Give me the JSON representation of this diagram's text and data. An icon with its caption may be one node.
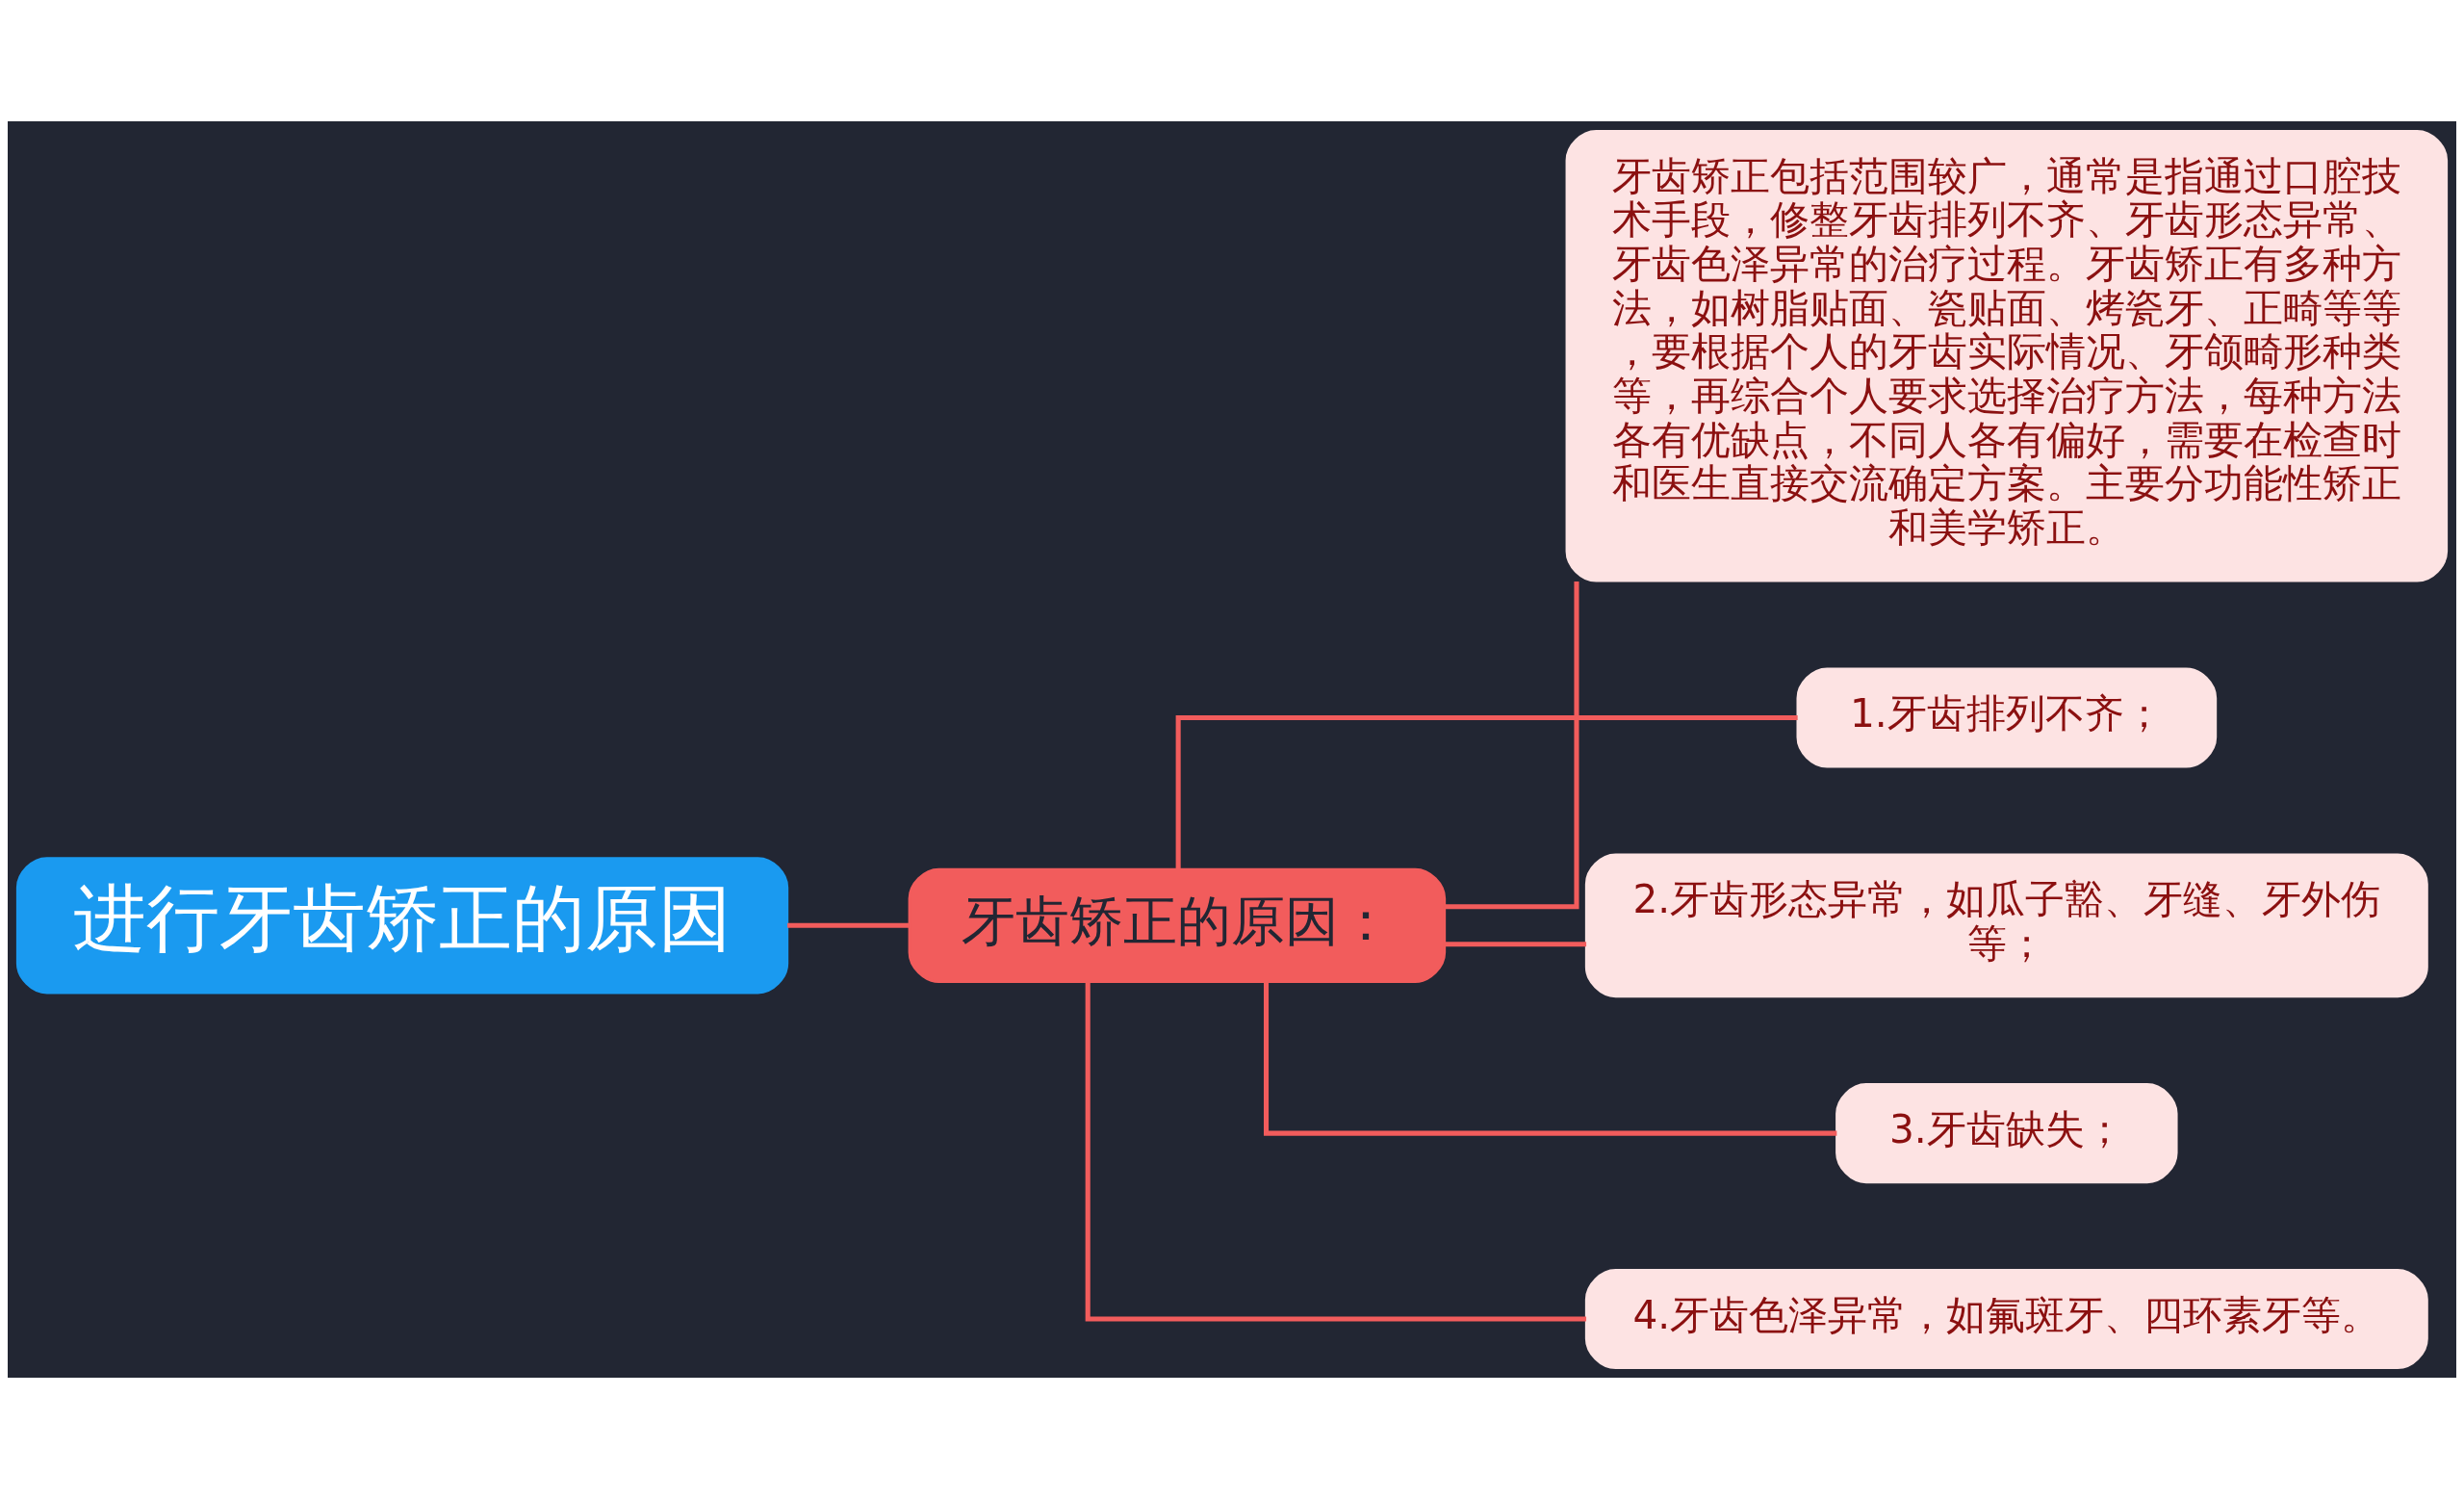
{
  "diagram": {
    "nodes": [
      {
        "text": [
          "进行牙齿矫正的原因"
        ]
      },
      {
        "text": [
          "牙齿矫正的原因："
        ]
      },
      {
        "text": [
          "牙齿矫正包括范围较广，通常是指通过口腔技术手段，修整牙齿排列不齐、牙齿形态异常、牙齿色泽异常的治疗过程。牙齿矫正有多种方法，如树脂贴面、瓷贴面、烤瓷牙、正畸等等，要根据个人的牙齿实际情况、牙颌畸形种类等，再综合个人要求选择治疗方法，每种方法各有优缺点，不同人各有偏好，需要在检查时和医生直接交流确定方案。主要分功能性矫正和美学矫正。"
        ]
      },
      {
        "text": [
          "1.牙齿排列不齐；"
        ]
      },
      {
        "text": [
          "2.牙齿形态异常，如瓜子豁、牙缝、牙外伤等；"
        ]
      },
      {
        "text": [
          "3.牙齿缺失；"
        ]
      },
      {
        "text": [
          "4.牙齿色泽异常，如氟斑牙、四环素牙等。"
        ]
      }
    ],
    "edges": [
      {
        "from": 0,
        "to": 1,
        "arrow": "none"
      },
      {
        "from": 1,
        "to": 2,
        "arrow": "none"
      },
      {
        "from": 1,
        "to": 3,
        "arrow": "none"
      },
      {
        "from": 1,
        "to": 4,
        "arrow": "none"
      },
      {
        "from": 1,
        "to": 5,
        "arrow": "none"
      },
      {
        "from": 1,
        "to": 6,
        "arrow": "none"
      }
    ]
  }
}
